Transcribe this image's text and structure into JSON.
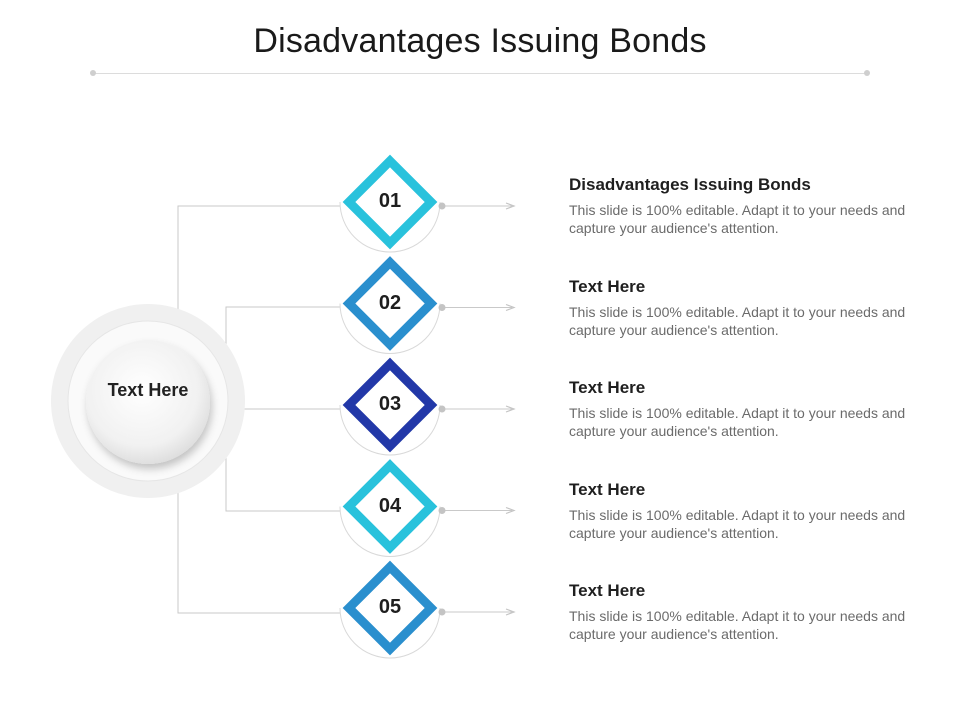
{
  "title": "Disadvantages Issuing Bonds",
  "hub": {
    "label": "Text Here"
  },
  "items": [
    {
      "number": "01",
      "title": "Disadvantages Issuing Bonds",
      "desc": "This slide is 100% editable. Adapt it to your needs and capture your audience's attention.",
      "color": "#29c2dc"
    },
    {
      "number": "02",
      "title": "Text Here",
      "desc": "This slide is 100% editable. Adapt it to your needs and capture your audience's attention.",
      "color": "#2a8fce"
    },
    {
      "number": "03",
      "title": "Text Here",
      "desc": "This slide is 100% editable. Adapt it to your needs and capture your audience's attention.",
      "color": "#2238a8"
    },
    {
      "number": "04",
      "title": "Text Here",
      "desc": "This slide is 100% editable. Adapt it to your needs and capture your audience's attention.",
      "color": "#29c2dc"
    },
    {
      "number": "05",
      "title": "Text Here",
      "desc": "This slide is 100% editable. Adapt it to your needs and capture your audience's attention.",
      "color": "#2a8fce"
    }
  ]
}
